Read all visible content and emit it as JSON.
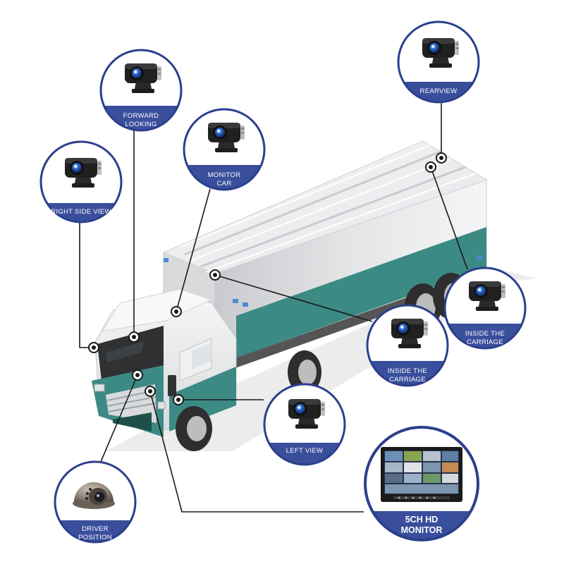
{
  "callouts": {
    "forward_looking": {
      "line1": "FORWARD",
      "line2": "LOOKING"
    },
    "monitor_car": {
      "line1": "MONITOR",
      "line2": "CAR"
    },
    "right_side_view": {
      "line1": "RIGHT SIDE VIEW"
    },
    "rearview": {
      "line1": "REARVIEW"
    },
    "inside_carriage_rear": {
      "line1": "INSIDE THE",
      "line2": "CARRIAGE"
    },
    "inside_carriage_mid": {
      "line1": "INSIDE THE",
      "line2": "CARRIAGE"
    },
    "left_view": {
      "line1": "LEFT VIEW"
    },
    "driver_position": {
      "line1": "DRIVER",
      "line2": "POSITION"
    },
    "monitor": {
      "line1": "5CH HD",
      "line2": "MONITOR"
    }
  },
  "icons": {
    "camera": "box-camera-icon",
    "dome": "dome-camera-icon",
    "monitor": "quad-monitor-icon"
  },
  "colors": {
    "ring": "#2b3f8c",
    "label_band": "#3a4f9c",
    "truck_teal": "#3c8a84",
    "truck_white": "#eef0f2",
    "connector": "#1a1a1a"
  }
}
